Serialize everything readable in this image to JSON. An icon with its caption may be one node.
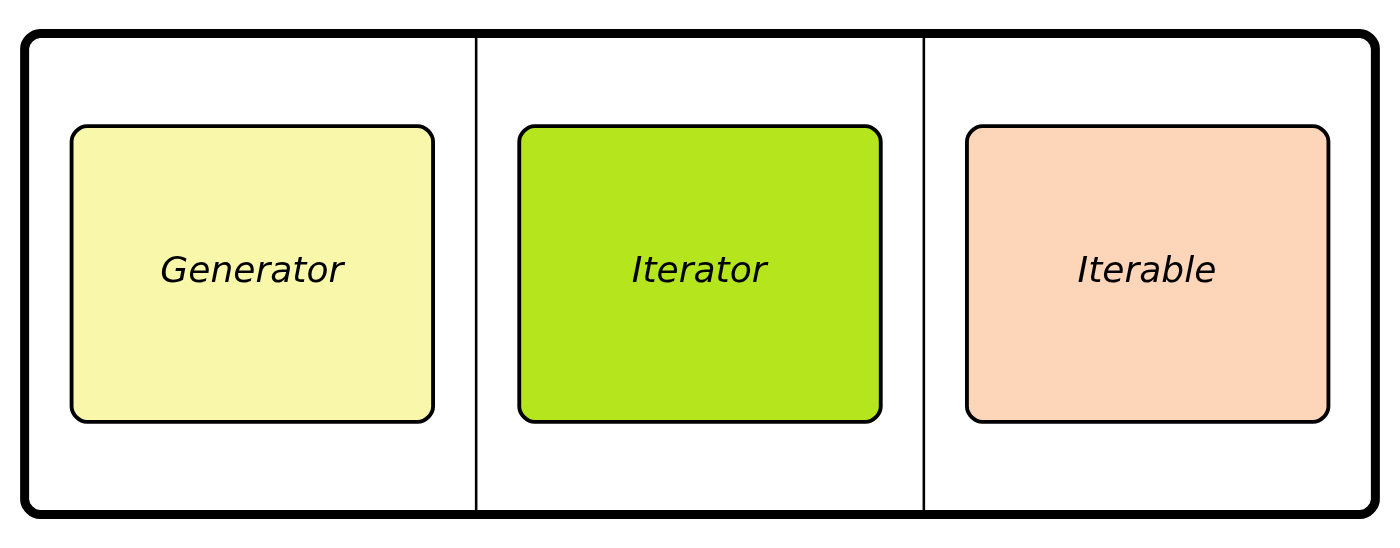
{
  "diagram": {
    "nodes": [
      {
        "text": [],
        "shape": "box"
      },
      {
        "text": [
          "Generator"
        ],
        "in": 0
      },
      {
        "text": [
          "Iterator"
        ],
        "in": 0
      },
      {
        "text": [
          "Iterable"
        ],
        "in": 0
      }
    ]
  }
}
